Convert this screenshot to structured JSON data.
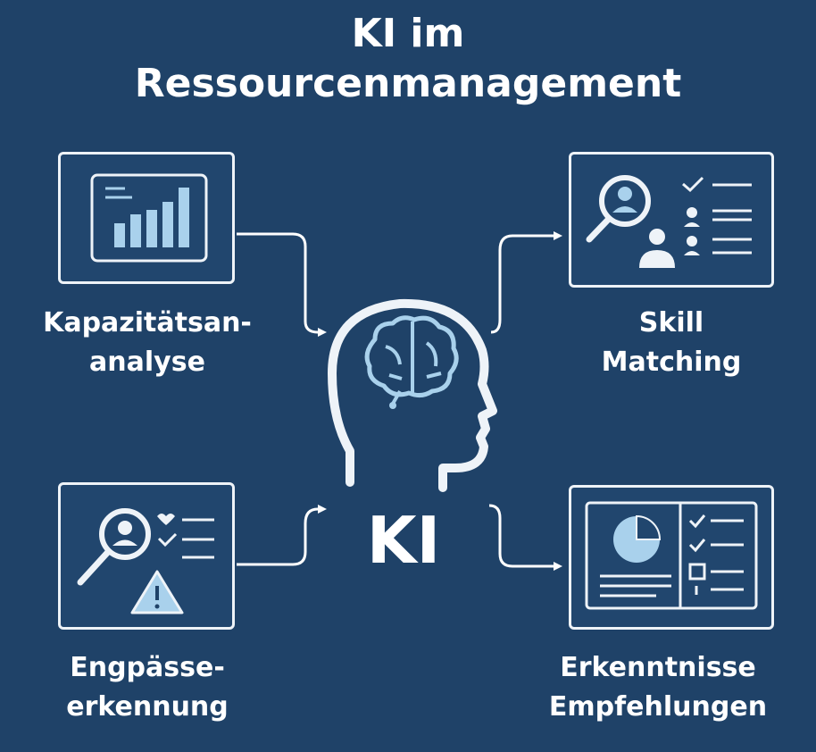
{
  "title": {
    "line1": "KI im",
    "line2": "Ressourcenmanagement"
  },
  "center": {
    "label": "KI",
    "icon": "brain-head-icon"
  },
  "nodes": {
    "capacity": {
      "line1": "Kapazitätsan-",
      "line2": "analyse",
      "icon": "bar-chart-icon"
    },
    "skill": {
      "line1": "Skill",
      "line2": "Matching",
      "icon": "person-search-checklist-icon"
    },
    "bottleneck": {
      "line1": "Engpässe-",
      "line2": "erkennung",
      "icon": "search-warning-icon"
    },
    "insights": {
      "line1": "Erkenntnisse",
      "line2": "Empfehlungen",
      "icon": "report-pie-icon"
    }
  },
  "colors": {
    "background": "#1f4268",
    "card_border": "#eef3f8",
    "accent": "#a9d1ec",
    "text": "#ffffff"
  }
}
